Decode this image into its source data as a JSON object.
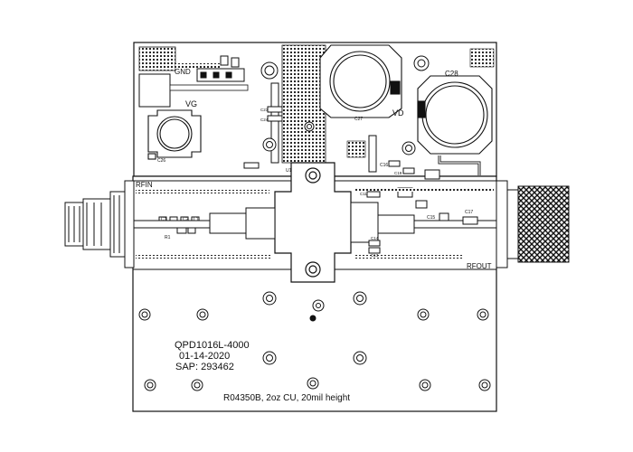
{
  "labels": {
    "gnd": "GND",
    "vg": "VG",
    "vd": "VD",
    "c28": "C28",
    "c27": "C27",
    "c26": "C26",
    "c23": "C23",
    "c24": "C24",
    "c16": "C16",
    "c15": "C15",
    "c14": "C14",
    "c13": "C13",
    "c17": "C17",
    "c11": "C11",
    "c19": "C19",
    "c1": "C1",
    "c2": "C2",
    "r1": "R1",
    "l1": "L1",
    "u1": "U1",
    "rfin": "RFIN",
    "rfout": "RFOUT"
  },
  "board_text": {
    "part_number": "QPD1016L-4000",
    "date": "01-14-2020",
    "sap": "SAP: 293462",
    "material": "R04350B, 2oz CU, 20mil height"
  }
}
